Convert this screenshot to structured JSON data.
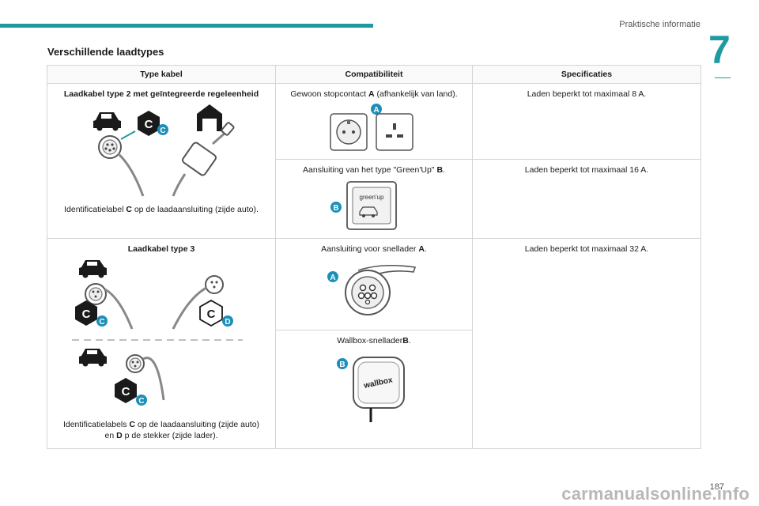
{
  "header": {
    "title": "Praktische informatie",
    "chapter": "7"
  },
  "section_title": "Verschillende laadtypes",
  "table": {
    "headers": [
      "Type kabel",
      "Compatibiliteit",
      "Specificaties"
    ],
    "type2": {
      "title": "Laadkabel type 2 met geïntegreerde regeleenheid",
      "caption_pre": "Identificatielabel ",
      "caption_label": "C",
      "caption_post": " op de laadaansluiting (zijde auto).",
      "badge": "C"
    },
    "compat_a": {
      "pre": "Gewoon stopcontact ",
      "label": "A",
      "post": " (afhankelijk van land).",
      "badge": "A"
    },
    "spec_a": "Laden beperkt tot maximaal 8 A.",
    "compat_b": {
      "pre": "Aansluiting van het type \"Green'Up\" ",
      "label": "B",
      "post": ".",
      "badge": "B",
      "plate_text": "green'up"
    },
    "spec_b": "Laden beperkt tot maximaal 16 A.",
    "type3": {
      "title": "Laadkabel type 3",
      "caption_pre": "Identificatielabels ",
      "caption_c": "C",
      "caption_mid": " op de laadaansluiting (zijde auto)",
      "caption_line2_pre": "en ",
      "caption_d": "D",
      "caption_post": " p de stekker (zijde lader).",
      "badge_c": "C",
      "badge_d": "D"
    },
    "compat_fast": {
      "pre": "Aansluiting voor snellader ",
      "label": "A",
      "post": ".",
      "badge": "A"
    },
    "spec_fast": "Laden beperkt tot maximaal 32 A.",
    "compat_wallbox": {
      "pre": "Wallbox-snellader",
      "label": "B",
      "post": ".",
      "badge": "B",
      "brand": "wallbox"
    }
  },
  "footer": {
    "page": "187",
    "watermark": "carmanualsonline.info"
  },
  "colors": {
    "accent": "#1f9aa0",
    "badge": "#1c8fb8",
    "label_dark": "#1a1a1a"
  }
}
